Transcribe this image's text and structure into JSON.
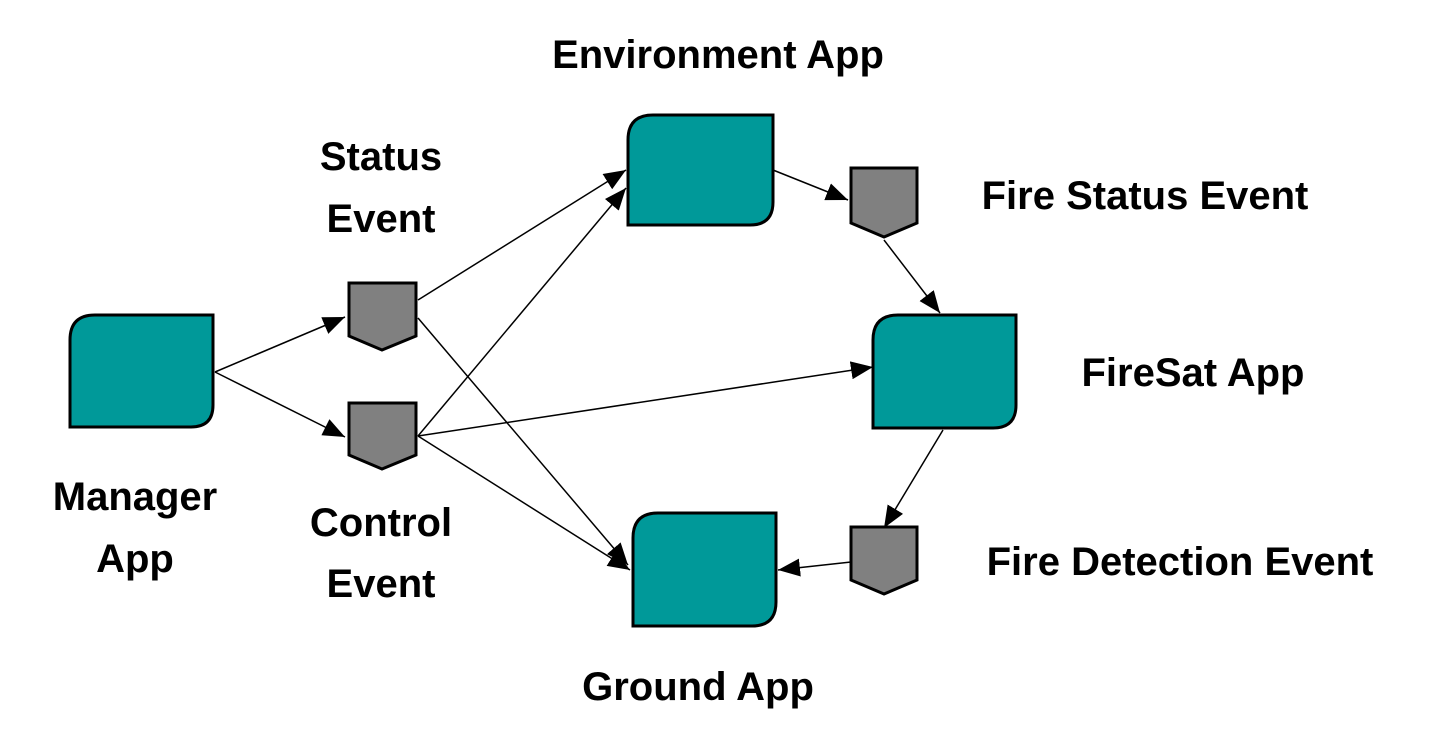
{
  "apps": {
    "manager": {
      "label_line1": "Manager",
      "label_line2": "App"
    },
    "environment": {
      "label": "Environment App"
    },
    "firesat": {
      "label": "FireSat App"
    },
    "ground": {
      "label": "Ground App"
    }
  },
  "events": {
    "status": {
      "label_line1": "Status",
      "label_line2": "Event"
    },
    "control": {
      "label_line1": "Control",
      "label_line2": "Event"
    },
    "fire_status": {
      "label": "Fire Status Event"
    },
    "fire_detection": {
      "label": "Fire Detection Event"
    }
  },
  "colors": {
    "app_fill": "#009999",
    "event_fill": "#808080",
    "stroke": "#000000"
  }
}
